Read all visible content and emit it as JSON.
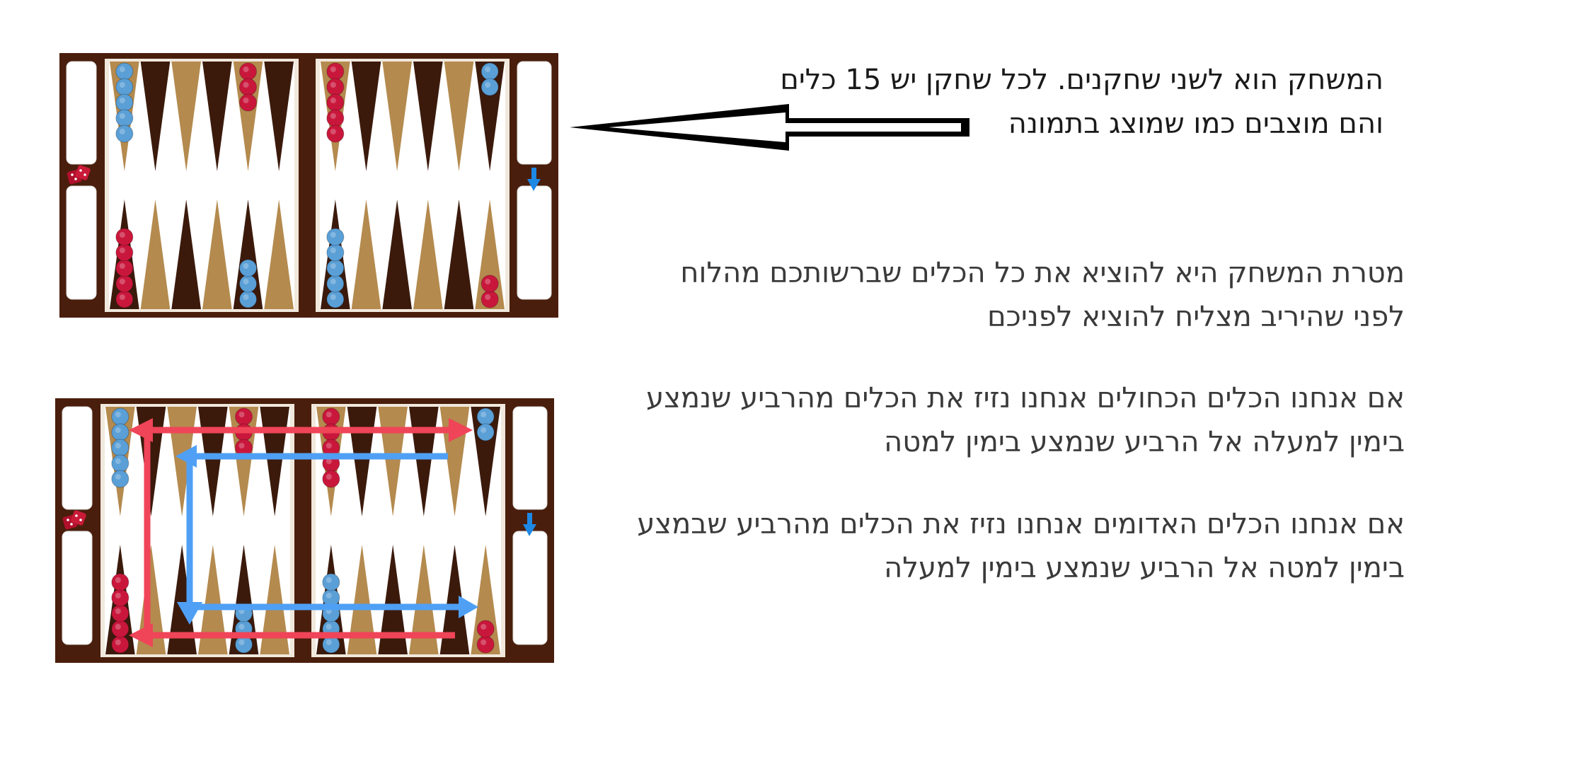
{
  "colors": {
    "frame": "#4a1e0c",
    "field": "#ffffff",
    "dark_point": "#3b1a0c",
    "light_point": "#b48a4e",
    "blue_checker": "#5a9fd6",
    "red_checker": "#c9173c",
    "red_path": "#f04458",
    "blue_path": "#4fa0f5",
    "direction_marker": "#1e88e5"
  },
  "icons": {
    "dice": "dice-icon",
    "direction": "arrow-down-icon",
    "pointer": "left-arrow-icon"
  },
  "text": {
    "intro": [
      "המשחק הוא לשני שחקנים. לכל שחקן יש 15 כלים",
      "והם מוצבים כמו שמוצג בתמונה"
    ],
    "goal": [
      "מטרת המשחק היא להוציא את כל הכלים שברשותכם מהלוח",
      "לפני שהיריב מצליח להוציא לפניכם"
    ],
    "blue_rule": [
      "אם אנחנו הכלים הכחולים אנחנו נזיז את הכלים מהרביע שנמצע",
      "בימין למעלה אל הרביע שנמצע בימין למטה"
    ],
    "red_rule": [
      "אם אנחנו הכלים האדומים אנחנו נזיז את הכלים מהרביע שבמצע",
      "בימין למטה אל הרביע שנמצע בימין למעלה"
    ]
  },
  "board_setup": {
    "top": [
      {
        "point": 1,
        "color": "blue",
        "count": 5
      },
      {
        "point": 5,
        "color": "red",
        "count": 3
      },
      {
        "point": 7,
        "color": "red",
        "count": 5
      },
      {
        "point": 12,
        "color": "blue",
        "count": 2
      }
    ],
    "bottom": [
      {
        "point": 1,
        "color": "red",
        "count": 5
      },
      {
        "point": 5,
        "color": "blue",
        "count": 3
      },
      {
        "point": 7,
        "color": "blue",
        "count": 5
      },
      {
        "point": 12,
        "color": "red",
        "count": 2
      }
    ]
  },
  "movement_paths": [
    "red-path",
    "blue-path"
  ]
}
